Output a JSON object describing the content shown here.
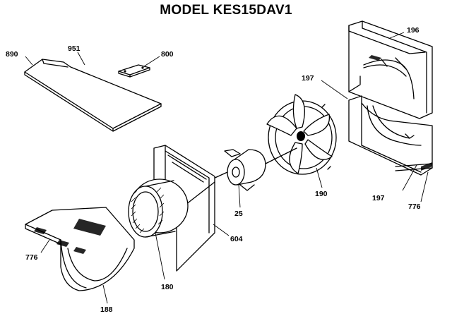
{
  "diagram": {
    "title": "MODEL KES15DAV1",
    "callouts": {
      "c890": "890",
      "c951": "951",
      "c800": "800",
      "c196": "196",
      "c197_top": "197",
      "c197_bottom": "197",
      "c190": "190",
      "c776_right": "776",
      "c776_left": "776",
      "c25": "25",
      "c604": "604",
      "c180": "180",
      "c188": "188"
    }
  }
}
